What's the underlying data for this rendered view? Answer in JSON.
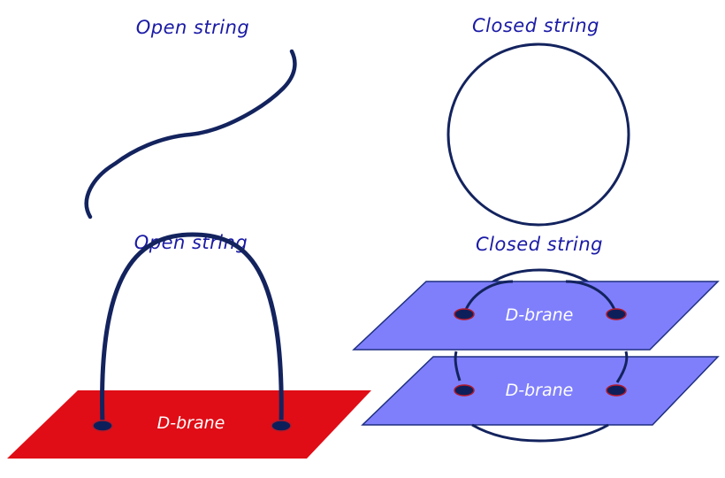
{
  "captions": {
    "top_left": "Open string",
    "top_right": "Closed string",
    "bottom_left": "Open string",
    "bottom_right": "Closed string"
  },
  "branes": {
    "red_label": "D-brane",
    "upper_label": "D-brane",
    "lower_label": "D-brane"
  },
  "colors": {
    "caption": "#1a1aa6",
    "string": "#13235e",
    "red_brane": "#e00d16",
    "blue_brane": "#7f7ffc",
    "brane_edge": "#1e2f80",
    "endpoint_fill": "#0d1f5a",
    "endpoint_outline": "#b31a2a",
    "brane_label": "#ffffff"
  }
}
